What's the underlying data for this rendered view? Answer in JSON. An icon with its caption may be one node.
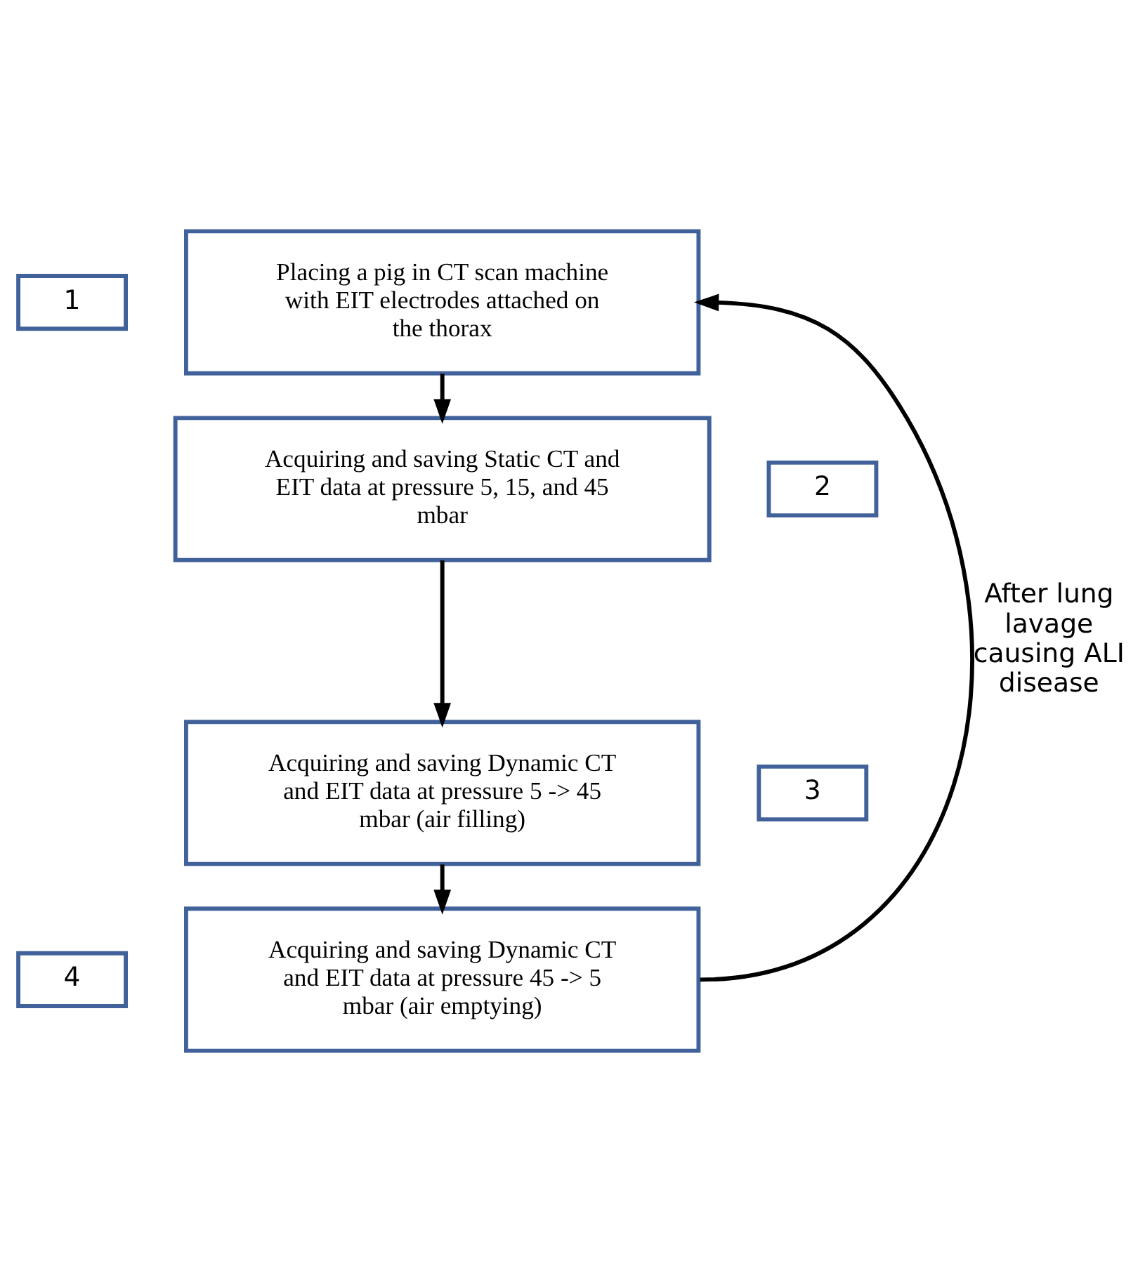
{
  "diagram": {
    "nodes": [
      {
        "text": [
          "1"
        ]
      },
      {
        "text": [
          "Placing a pig in CT scan machine with EIT electrodes attached on the thorax"
        ]
      },
      {
        "text": [
          "2"
        ]
      },
      {
        "text": [
          "Acquiring and saving Static CT and EIT data at pressure 5, 15, and 45 mbar"
        ]
      },
      {
        "text": [
          "3"
        ]
      },
      {
        "text": [
          "Acquiring and saving Dynamic CT and EIT data at pressure 5 -> 45 mbar (air filling)"
        ]
      },
      {
        "text": [
          "4"
        ]
      },
      {
        "text": [
          "Acquiring and saving Dynamic CT and EIT data at pressure 45 -> 5 mbar (air emptying)"
        ]
      }
    ],
    "edges": [
      {
        "from": 1,
        "to": 3,
        "arrow": "to"
      },
      {
        "from": 3,
        "to": 5,
        "arrow": "to"
      },
      {
        "from": 5,
        "to": 7,
        "arrow": "to"
      },
      {
        "from": 7,
        "to": 1,
        "arrow": "to",
        "label": "After lung lavage causing ALI disease"
      }
    ]
  }
}
